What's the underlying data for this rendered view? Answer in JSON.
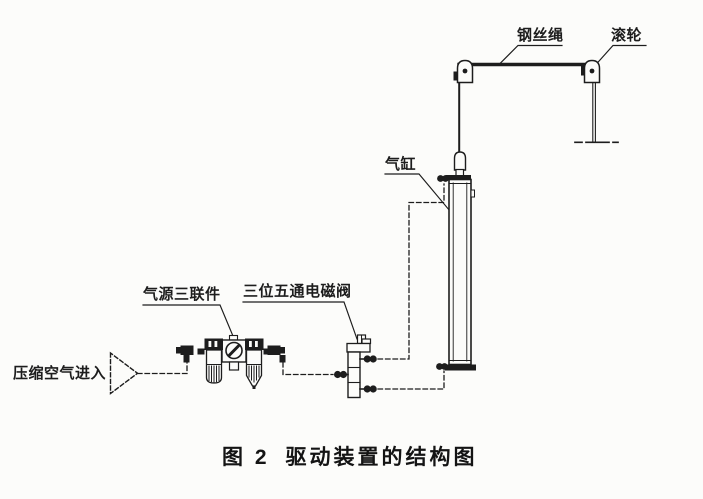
{
  "figure": {
    "caption_number": "图 2",
    "caption_title": "驱动装置的结构图"
  },
  "labels": {
    "wire_rope": "钢丝绳",
    "roller": "滚轮",
    "cylinder": "气缸",
    "air_source_triple_unit": "气源三联件",
    "solenoid_valve": "三位五通电磁阀",
    "air_inlet": "压缩空气进入"
  },
  "components": {
    "hose_style": "dashed",
    "inlet_symbol": "dashed-triangle-pointing-right",
    "ground_symbol": "dash-dot-line"
  },
  "colors": {
    "line": "#1d1d1d",
    "background": "#fcfcfa"
  }
}
